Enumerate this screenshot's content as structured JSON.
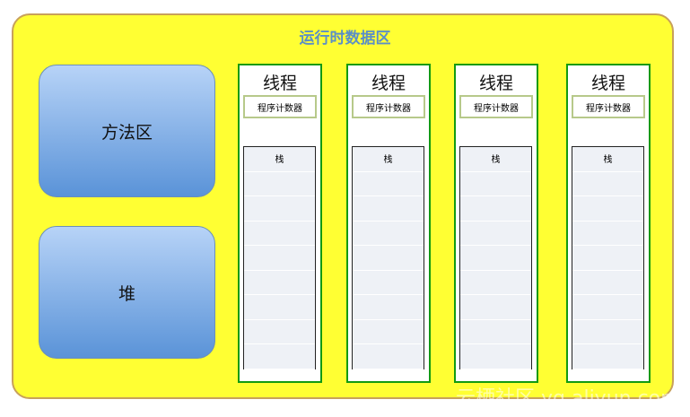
{
  "title": "运行时数据区",
  "method_area": "方法区",
  "heap": "堆",
  "threads": [
    {
      "label": "线程",
      "pc": "程序计数器",
      "stack": "栈"
    },
    {
      "label": "线程",
      "pc": "程序计数器",
      "stack": "栈"
    },
    {
      "label": "线程",
      "pc": "程序计数器",
      "stack": "栈"
    },
    {
      "label": "线程",
      "pc": "程序计数器",
      "stack": "栈"
    }
  ],
  "watermark": "云栖社区 yq.aliyun.com",
  "colors": {
    "background": "#ffff33",
    "border": "#c8a15a",
    "title": "#5b8fc6",
    "thread_border": "#129a12"
  }
}
